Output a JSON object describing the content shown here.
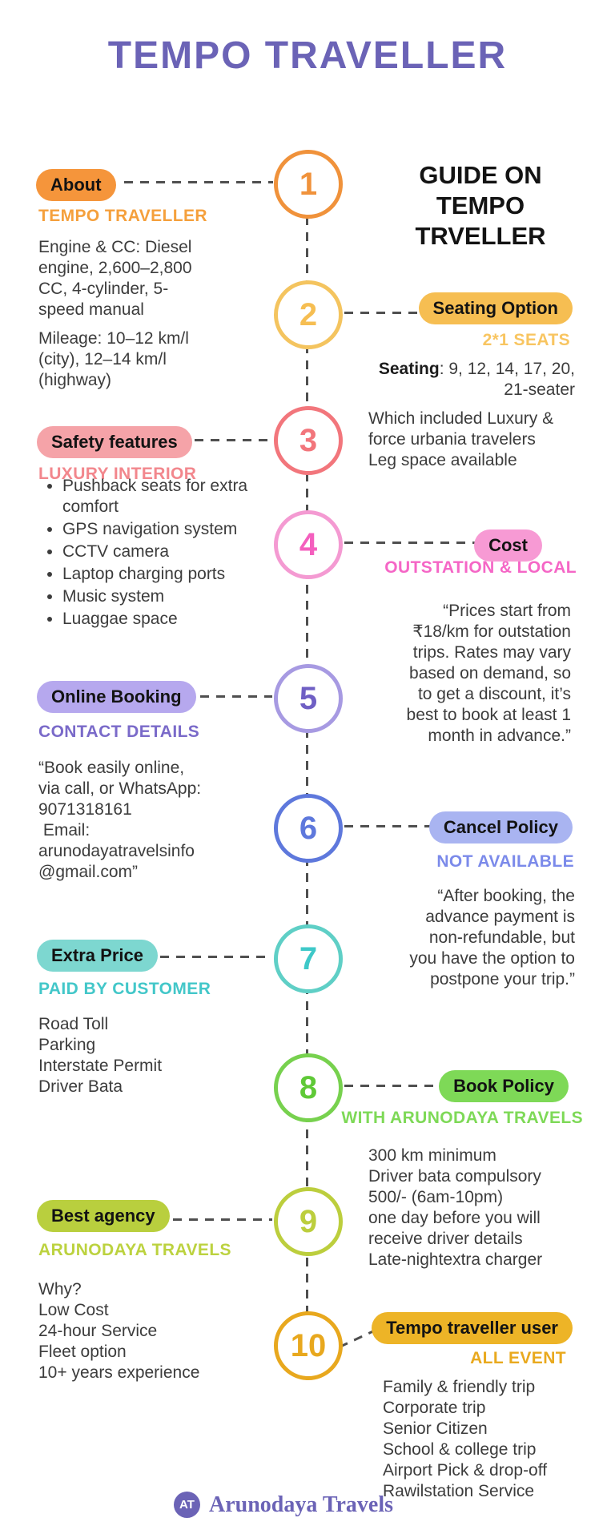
{
  "page": {
    "title": "TEMPO TRAVELLER",
    "background": "#ffffff",
    "title_color": "#6b63b6",
    "text_color": "#3c3c3c",
    "line_color": "#4f4f4f"
  },
  "guide_heading": "GUIDE ON\nTEMPO\nTRVELLER",
  "sections": [
    {
      "num": "1",
      "badge": "About",
      "subhead": "TEMPO TRAVELLER",
      "circle_color": "#F0923B",
      "badge_bg": "#F5953B",
      "subhead_color": "#F5A03C",
      "body1": "Engine & CC: Diesel\nengine, 2,600–2,800\nCC, 4-cylinder, 5-\nspeed manual",
      "body2": "Mileage: 10–12 km/l\n(city), 12–14 km/l\n(highway)"
    },
    {
      "num": "2",
      "badge": "Seating Option",
      "subhead": "2*1 SEATS",
      "circle_color": "#F4C45F",
      "num_color": "#F6BE52",
      "badge_bg": "#F6BE52",
      "subhead_color": "#F8C561",
      "seating_label": "Seating",
      "seating_rest": ": 9, 12, 14, 17, 20,\n21-seater",
      "body2": "Which included Luxury &\nforce urbania travelers\nLeg space available"
    },
    {
      "num": "3",
      "badge": "Safety features",
      "subhead": "LUXURY INTERIOR",
      "circle_color": "#F2767C",
      "badge_bg": "#F5A3A8",
      "subhead_color": "#F2878D",
      "bullets": [
        "Pushback seats for extra comfort",
        "GPS navigation system",
        "CCTV camera",
        "Laptop charging ports",
        "Music system",
        "Luaggae space"
      ]
    },
    {
      "num": "4",
      "badge": "Cost",
      "subhead": "OUTSTATION & LOCAL",
      "circle_color": "#F49AD2",
      "num_color": "#F45FBE",
      "badge_bg": "#F79AD4",
      "subhead_color": "#F566C6",
      "quote": "“Prices start from\n₹18/km for outstation\ntrips. Rates may vary\nbased on demand, so\nto get a discount, it’s\nbest to book at least 1\nmonth in advance.”"
    },
    {
      "num": "5",
      "badge": "Online Booking",
      "subhead": "CONTACT DETAILS",
      "circle_color": "#A79AE2",
      "num_color": "#6F5FC4",
      "badge_bg": "#B6A8EE",
      "subhead_color": "#7A6AC9",
      "quote": "“Book easily online,\nvia call, or WhatsApp:\n9071318161\n Email:\narunodayatravelsinfo\n@gmail.com”"
    },
    {
      "num": "6",
      "badge": "Cancel Policy",
      "subhead": "NOT AVAILABLE",
      "circle_color": "#5E78DC",
      "badge_bg": "#A9B4F1",
      "subhead_color": "#7B8AEA",
      "quote": "“After booking, the\nadvance payment is\nnon-refundable, but\nyou have the option to\npostpone your trip.”"
    },
    {
      "num": "7",
      "badge": "Extra Price",
      "subhead": "PAID BY CUSTOMER",
      "circle_color": "#5FCFC6",
      "num_color": "#3EC8C8",
      "badge_bg": "#7DD7D0",
      "subhead_color": "#43C7C9",
      "list": "Road Toll\nParking\nInterstate Permit\nDriver Bata"
    },
    {
      "num": "8",
      "badge": "Book Policy",
      "subhead": "WITH ARUNODAYA TRAVELS",
      "circle_color": "#77D14E",
      "num_color": "#5FC937",
      "badge_bg": "#7ED957",
      "subhead_color": "#7ED957",
      "list": "300 km minimum\nDriver bata compulsory\n500/- (6am-10pm)\none day before you will\nreceive driver details\nLate-nightextra charger"
    },
    {
      "num": "9",
      "badge": "Best agency",
      "subhead": "ARUNODAYA TRAVELS",
      "circle_color": "#BCCE3D",
      "badge_bg": "#B9CF3E",
      "subhead_color": "#BCD23F",
      "list": "Why?\nLow Cost\n24-hour Service\nFleet option\n10+ years experience"
    },
    {
      "num": "10",
      "badge": "Tempo traveller user",
      "subhead": "ALL EVENT",
      "circle_color": "#E8A81E",
      "badge_bg": "#EDB427",
      "subhead_color": "#E9A91E",
      "list": "Family & friendly trip\nCorporate trip\nSenior Citizen\nSchool & college trip\nAirport Pick & drop-off\nRawilstation Service"
    }
  ],
  "footer": {
    "logo": "AT",
    "brand": "Arunodaya Travels",
    "brand_color": "#6b63b6"
  }
}
